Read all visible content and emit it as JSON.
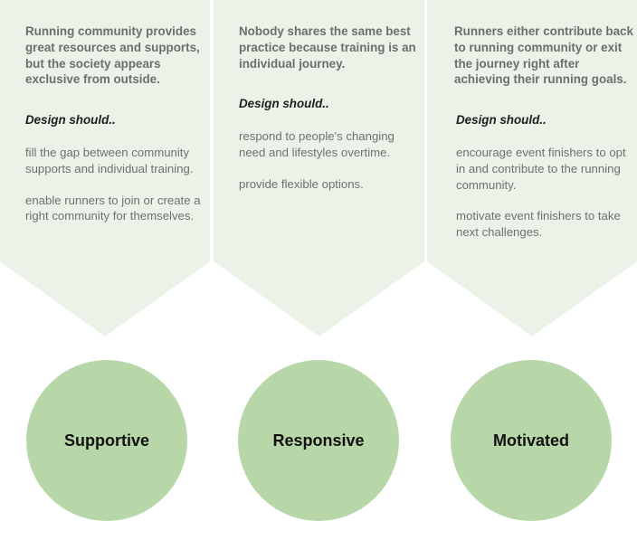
{
  "columns": [
    {
      "headline": "Running community provides great resources and supports, but the society appears exclusive from outside.",
      "design_label": "Design should..",
      "points": [
        "fill the gap between community supports and individual training.",
        "enable runners to join or create a right community for themselves."
      ],
      "circle_label": "Supportive"
    },
    {
      "headline": "Nobody shares the same best practice because training is an individual journey.",
      "design_label": "Design should..",
      "points": [
        "respond to people's changing need and lifestyles overtime.",
        "provide flexible options."
      ],
      "circle_label": "Responsive"
    },
    {
      "headline": "Runners either contribute back to running community or exit the journey right after achieving their running goals.",
      "design_label": "Design should..",
      "points": [
        "encourage event finishers to opt in and contribute to the running community.",
        "motivate event finishers to take next challenges."
      ],
      "circle_label": "Motivated"
    }
  ],
  "colors": {
    "panel": "#ebf2e7",
    "circle": "#b7d7a9",
    "headline": "#6e6e6e",
    "body": "#707070"
  }
}
